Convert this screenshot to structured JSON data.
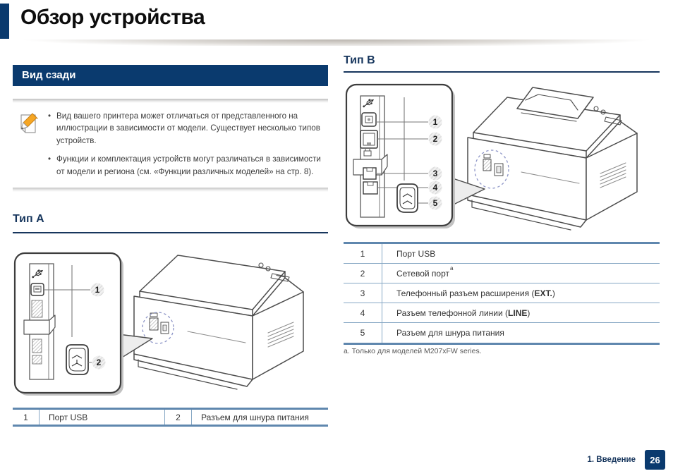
{
  "page": {
    "title": "Обзор устройства",
    "footer": {
      "chapter": "1. Введение",
      "page_number": "26"
    }
  },
  "colors": {
    "navy_header": "#0a3a6e",
    "heading_navy": "#17365d",
    "table_border_steel": "#5f87ae"
  },
  "icons": {
    "note": "note-pencil-icon",
    "usb": "usb-symbol-icon"
  },
  "rear_view": {
    "header": "Вид сзади",
    "note_bullets": [
      "Вид вашего принтера может отличаться от представленного на иллюстрации в зависимости от модели. Существует несколько типов устройств.",
      "Функции и комплектация устройств могут различаться в зависимости от модели и региона (см. «Функции различных моделей» на стр. 8)."
    ]
  },
  "type_a": {
    "heading": "Тип A",
    "badges": [
      "1",
      "2"
    ],
    "table": [
      {
        "num": "1",
        "label": "Порт USB"
      },
      {
        "num": "2",
        "label": "Разъем для шнура питания"
      }
    ]
  },
  "type_b": {
    "heading": "Тип B",
    "badges": [
      "1",
      "2",
      "3",
      "4",
      "5"
    ],
    "rows": [
      {
        "num": "1",
        "pre": "Порт USB",
        "bold": "",
        "post": "",
        "sup": ""
      },
      {
        "num": "2",
        "pre": "Сетевой порт",
        "bold": "",
        "post": "",
        "sup": "a"
      },
      {
        "num": "3",
        "pre": "Телефонный разъем расширения (",
        "bold": "EXT.",
        "post": ")",
        "sup": ""
      },
      {
        "num": "4",
        "pre": "Разъем телефонной линии (",
        "bold": "LINE",
        "post": ")",
        "sup": ""
      },
      {
        "num": "5",
        "pre": "Разъем для шнура питания",
        "bold": "",
        "post": "",
        "sup": ""
      }
    ],
    "footnote": "a. Только для моделей M207xFW series."
  }
}
